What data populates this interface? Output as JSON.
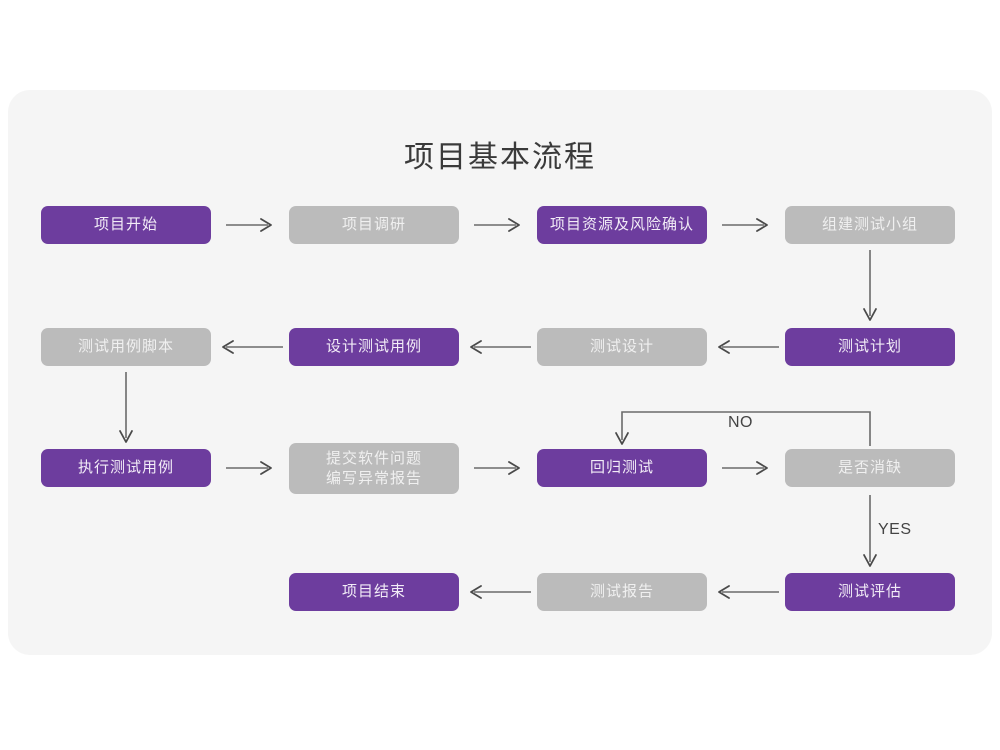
{
  "diagram": {
    "title": "项目基本流程",
    "canvas_color": "#f5f5f5",
    "page_color": "#ffffff",
    "accent_purple": "#6d3d9e",
    "accent_gray": "#bbbbbb",
    "arrow_color": "#6b6b6b",
    "nodes": [
      {
        "id": "n1",
        "label": "项目开始",
        "style": "purple",
        "row": 1,
        "col": 1
      },
      {
        "id": "n2",
        "label": "项目调研",
        "style": "gray",
        "row": 1,
        "col": 2
      },
      {
        "id": "n3",
        "label": "项目资源及风险确认",
        "style": "purple",
        "row": 1,
        "col": 3
      },
      {
        "id": "n4",
        "label": "组建测试小组",
        "style": "gray",
        "row": 1,
        "col": 4
      },
      {
        "id": "n5",
        "label": "测试用例脚本",
        "style": "gray",
        "row": 2,
        "col": 1
      },
      {
        "id": "n6",
        "label": "设计测试用例",
        "style": "purple",
        "row": 2,
        "col": 2
      },
      {
        "id": "n7",
        "label": "测试设计",
        "style": "gray",
        "row": 2,
        "col": 3
      },
      {
        "id": "n8",
        "label": "测试计划",
        "style": "purple",
        "row": 2,
        "col": 4
      },
      {
        "id": "n9",
        "label": "执行测试用例",
        "style": "purple",
        "row": 3,
        "col": 1
      },
      {
        "id": "n10",
        "label": "提交软件问题\n编写异常报告",
        "style": "gray",
        "row": 3,
        "col": 2
      },
      {
        "id": "n11",
        "label": "回归测试",
        "style": "purple",
        "row": 3,
        "col": 3
      },
      {
        "id": "n12",
        "label": "是否消缺",
        "style": "gray",
        "row": 3,
        "col": 4
      },
      {
        "id": "n13",
        "label": "项目结束",
        "style": "purple",
        "row": 4,
        "col": 2
      },
      {
        "id": "n14",
        "label": "测试报告",
        "style": "gray",
        "row": 4,
        "col": 3
      },
      {
        "id": "n15",
        "label": "测试评估",
        "style": "purple",
        "row": 4,
        "col": 4
      }
    ],
    "edges": [
      {
        "from": "n1",
        "to": "n2",
        "direction": "right",
        "label": ""
      },
      {
        "from": "n2",
        "to": "n3",
        "direction": "right",
        "label": ""
      },
      {
        "from": "n3",
        "to": "n4",
        "direction": "right",
        "label": ""
      },
      {
        "from": "n4",
        "to": "n8",
        "direction": "down",
        "label": ""
      },
      {
        "from": "n8",
        "to": "n7",
        "direction": "left",
        "label": ""
      },
      {
        "from": "n7",
        "to": "n6",
        "direction": "left",
        "label": ""
      },
      {
        "from": "n6",
        "to": "n5",
        "direction": "left",
        "label": ""
      },
      {
        "from": "n5",
        "to": "n9",
        "direction": "down",
        "label": ""
      },
      {
        "from": "n9",
        "to": "n10",
        "direction": "right",
        "label": ""
      },
      {
        "from": "n10",
        "to": "n11",
        "direction": "right",
        "label": ""
      },
      {
        "from": "n11",
        "to": "n12",
        "direction": "right",
        "label": ""
      },
      {
        "from": "n12",
        "to": "n11",
        "direction": "loop-up-left",
        "label": "NO"
      },
      {
        "from": "n12",
        "to": "n15",
        "direction": "down",
        "label": "YES"
      },
      {
        "from": "n15",
        "to": "n14",
        "direction": "left",
        "label": ""
      },
      {
        "from": "n14",
        "to": "n13",
        "direction": "left",
        "label": ""
      }
    ],
    "labels": {
      "no": "NO",
      "yes": "YES"
    }
  }
}
